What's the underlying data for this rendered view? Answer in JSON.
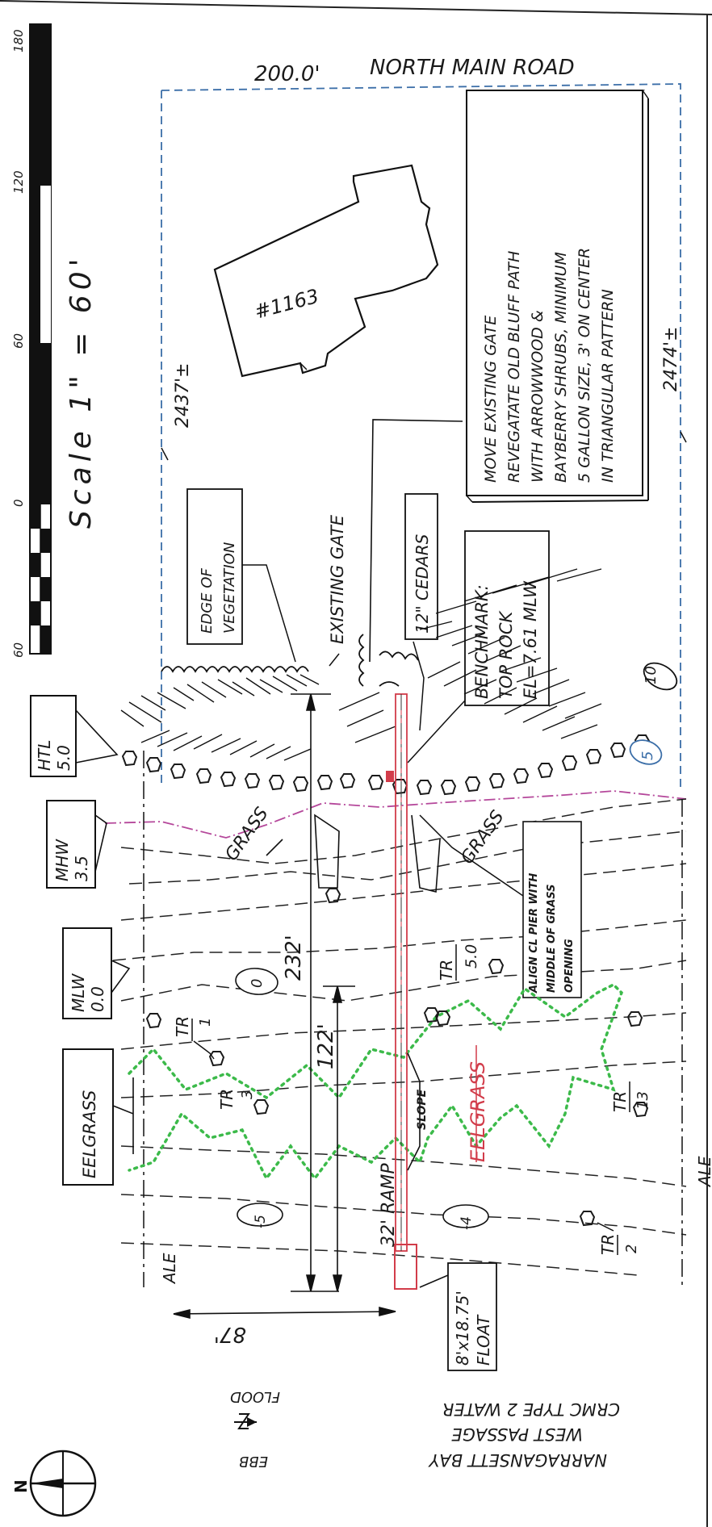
{
  "road": {
    "frontage": "200.0'",
    "name": "NORTH MAIN ROAD"
  },
  "scale": {
    "label": "Scale 1\" = 60'",
    "ticks": [
      "60",
      "0",
      "60",
      "120",
      "180"
    ]
  },
  "house": {
    "label": "#1163"
  },
  "boundaries": {
    "left": "2437'±",
    "right": "2474'±"
  },
  "note": {
    "lines": [
      "MOVE EXISTING GATE",
      "REVEGATATE OLD BLUFF PATH",
      "WITH ARROWWOOD &",
      "BAYBERRY SHRUBS, MINIMUM",
      "5 GALLON SIZE, 3' ON CENTER",
      "IN TRIANGULAR PATTERN"
    ]
  },
  "labels": {
    "edge_veg": [
      "EDGE OF",
      "VEGETATION"
    ],
    "existing_gate": "EXISTING GATE",
    "cedars": "12\" CEDARS",
    "benchmark": [
      "BENCHMARK:",
      "TOP ROCK",
      "EL=7.61 MLW"
    ],
    "align": [
      "ALIGN CL PIER WITH",
      "MIDDLE OF GRASS",
      "OPENING"
    ],
    "grass1": "GRASS",
    "grass2": "GRASS",
    "ramp": "32' RAMP",
    "slope": "SLOPE",
    "eelgrass_red": "EELGRASS",
    "float": [
      "8'x18.75'",
      "FLOAT"
    ],
    "ale_left": "ALE",
    "ale_right": "ALE"
  },
  "tidal": [
    {
      "name": "HTL",
      "value": "5.0"
    },
    {
      "name": "MHW",
      "value": "3.5"
    },
    {
      "name": "MLW",
      "value": "0.0"
    },
    {
      "name": "EELGRASS",
      "value": ""
    }
  ],
  "contours": [
    "10",
    "5",
    "0",
    "-5",
    "-4"
  ],
  "dimensions": {
    "d232": "232'",
    "d122": "122'",
    "d87": "87'"
  },
  "trees": {
    "tr1": "TR",
    "tr1v": "1",
    "tr3": "TR",
    "tr3v": "3",
    "tr5": "TR",
    "tr5v": "5.0",
    "tr13": "TR",
    "tr13v": "13",
    "tr2": "TR",
    "tr2v": "2"
  },
  "water": {
    "bay": "NARRAGANSETT BAY",
    "passage": "WEST PASSAGE",
    "crmc": "CRMC TYPE 2 WATER"
  },
  "tide": {
    "flood": "FLOOD",
    "ebb": "EBB"
  },
  "north": "N"
}
